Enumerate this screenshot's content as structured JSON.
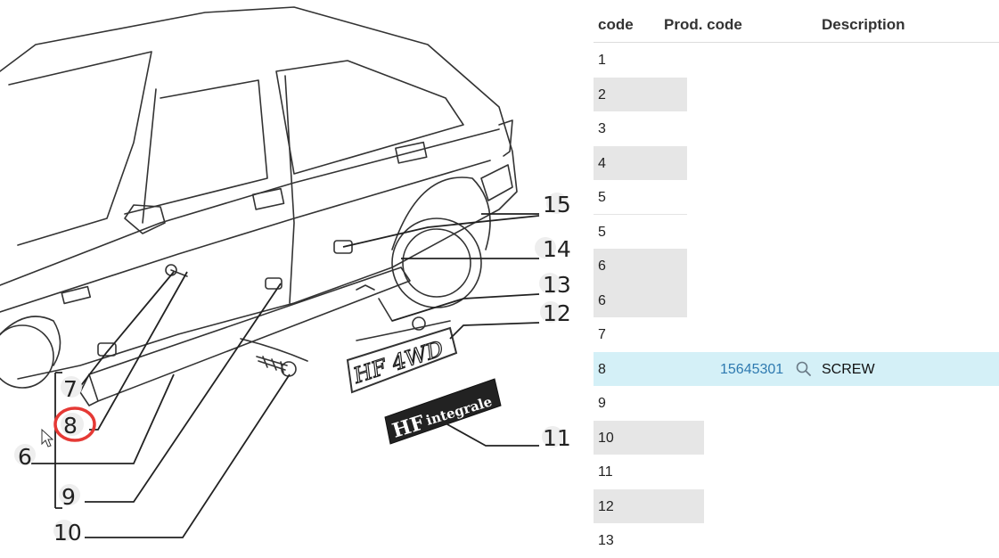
{
  "diagram": {
    "callouts": [
      "15",
      "14",
      "13",
      "12",
      "11",
      "10",
      "9",
      "8",
      "7",
      "6"
    ],
    "highlighted_callout": "8",
    "badge_text_1": "HF 4WD",
    "badge_text_2a": "HF",
    "badge_text_2b": "integrale",
    "highlight_color": "#e53935"
  },
  "table": {
    "headers": {
      "code": "code",
      "prod": "Prod. code",
      "desc": "Description"
    },
    "rows": [
      {
        "code": "1",
        "shaded": false,
        "divider": false
      },
      {
        "code": "2",
        "shaded": true,
        "divider": false
      },
      {
        "code": "3",
        "shaded": false,
        "divider": false
      },
      {
        "code": "4",
        "shaded": true,
        "divider": false
      },
      {
        "code": "5",
        "shaded": false,
        "divider": true
      },
      {
        "code": "5",
        "shaded": false,
        "divider": false
      },
      {
        "code": "6",
        "shaded": true,
        "divider": false
      },
      {
        "code": "6",
        "shaded": true,
        "divider": false
      },
      {
        "code": "7",
        "shaded": false,
        "divider": false
      },
      {
        "code": "8",
        "shaded": false,
        "divider": false,
        "selected": true,
        "prod": "15645301",
        "desc": "SCREW"
      },
      {
        "code": "9",
        "shaded": false,
        "divider": false
      },
      {
        "code": "10",
        "shaded": true,
        "divider": false,
        "wide": true
      },
      {
        "code": "11",
        "shaded": false,
        "divider": false
      },
      {
        "code": "12",
        "shaded": true,
        "divider": false,
        "wide": true
      },
      {
        "code": "13",
        "shaded": false,
        "divider": false
      }
    ],
    "selected_bg": "#d4f0f7",
    "link_color": "#2e7ab0"
  }
}
